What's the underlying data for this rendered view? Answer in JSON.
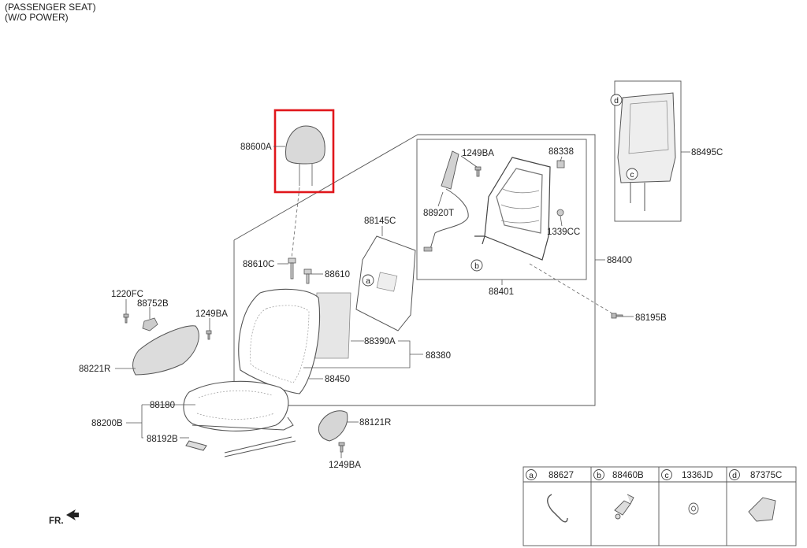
{
  "header": {
    "line1": "(PASSENGER SEAT)",
    "line2": "(W/O POWER)"
  },
  "colors": {
    "line": "#555555",
    "part_fill": "#d9d9d9",
    "highlight": "#e0161b"
  },
  "parts": {
    "p88600A": "88600A",
    "p88610C": "88610C",
    "p88610": "88610",
    "p88145C": "88145C",
    "p1249BA_top": "1249BA",
    "p88338": "88338",
    "p88920T": "88920T",
    "p1339CC": "1339CC",
    "p88495C": "88495C",
    "p88400": "88400",
    "p88401": "88401",
    "p88195B": "88195B",
    "p1220FC": "1220FC",
    "p88752B": "88752B",
    "p1249BA_left": "1249BA",
    "p88221R": "88221R",
    "p88390A": "88390A",
    "p88380": "88380",
    "p88450": "88450",
    "p88180": "88180",
    "p88200B": "88200B",
    "p88192B": "88192B",
    "p88121R": "88121R",
    "p1249BA_bottom": "1249BA"
  },
  "callouts": {
    "a": "a",
    "b": "b",
    "c": "c",
    "d": "d"
  },
  "legend": [
    {
      "letter": "a",
      "part": "88627"
    },
    {
      "letter": "b",
      "part": "88460B"
    },
    {
      "letter": "c",
      "part": "1336JD"
    },
    {
      "letter": "d",
      "part": "87375C"
    }
  ],
  "direction": "FR."
}
